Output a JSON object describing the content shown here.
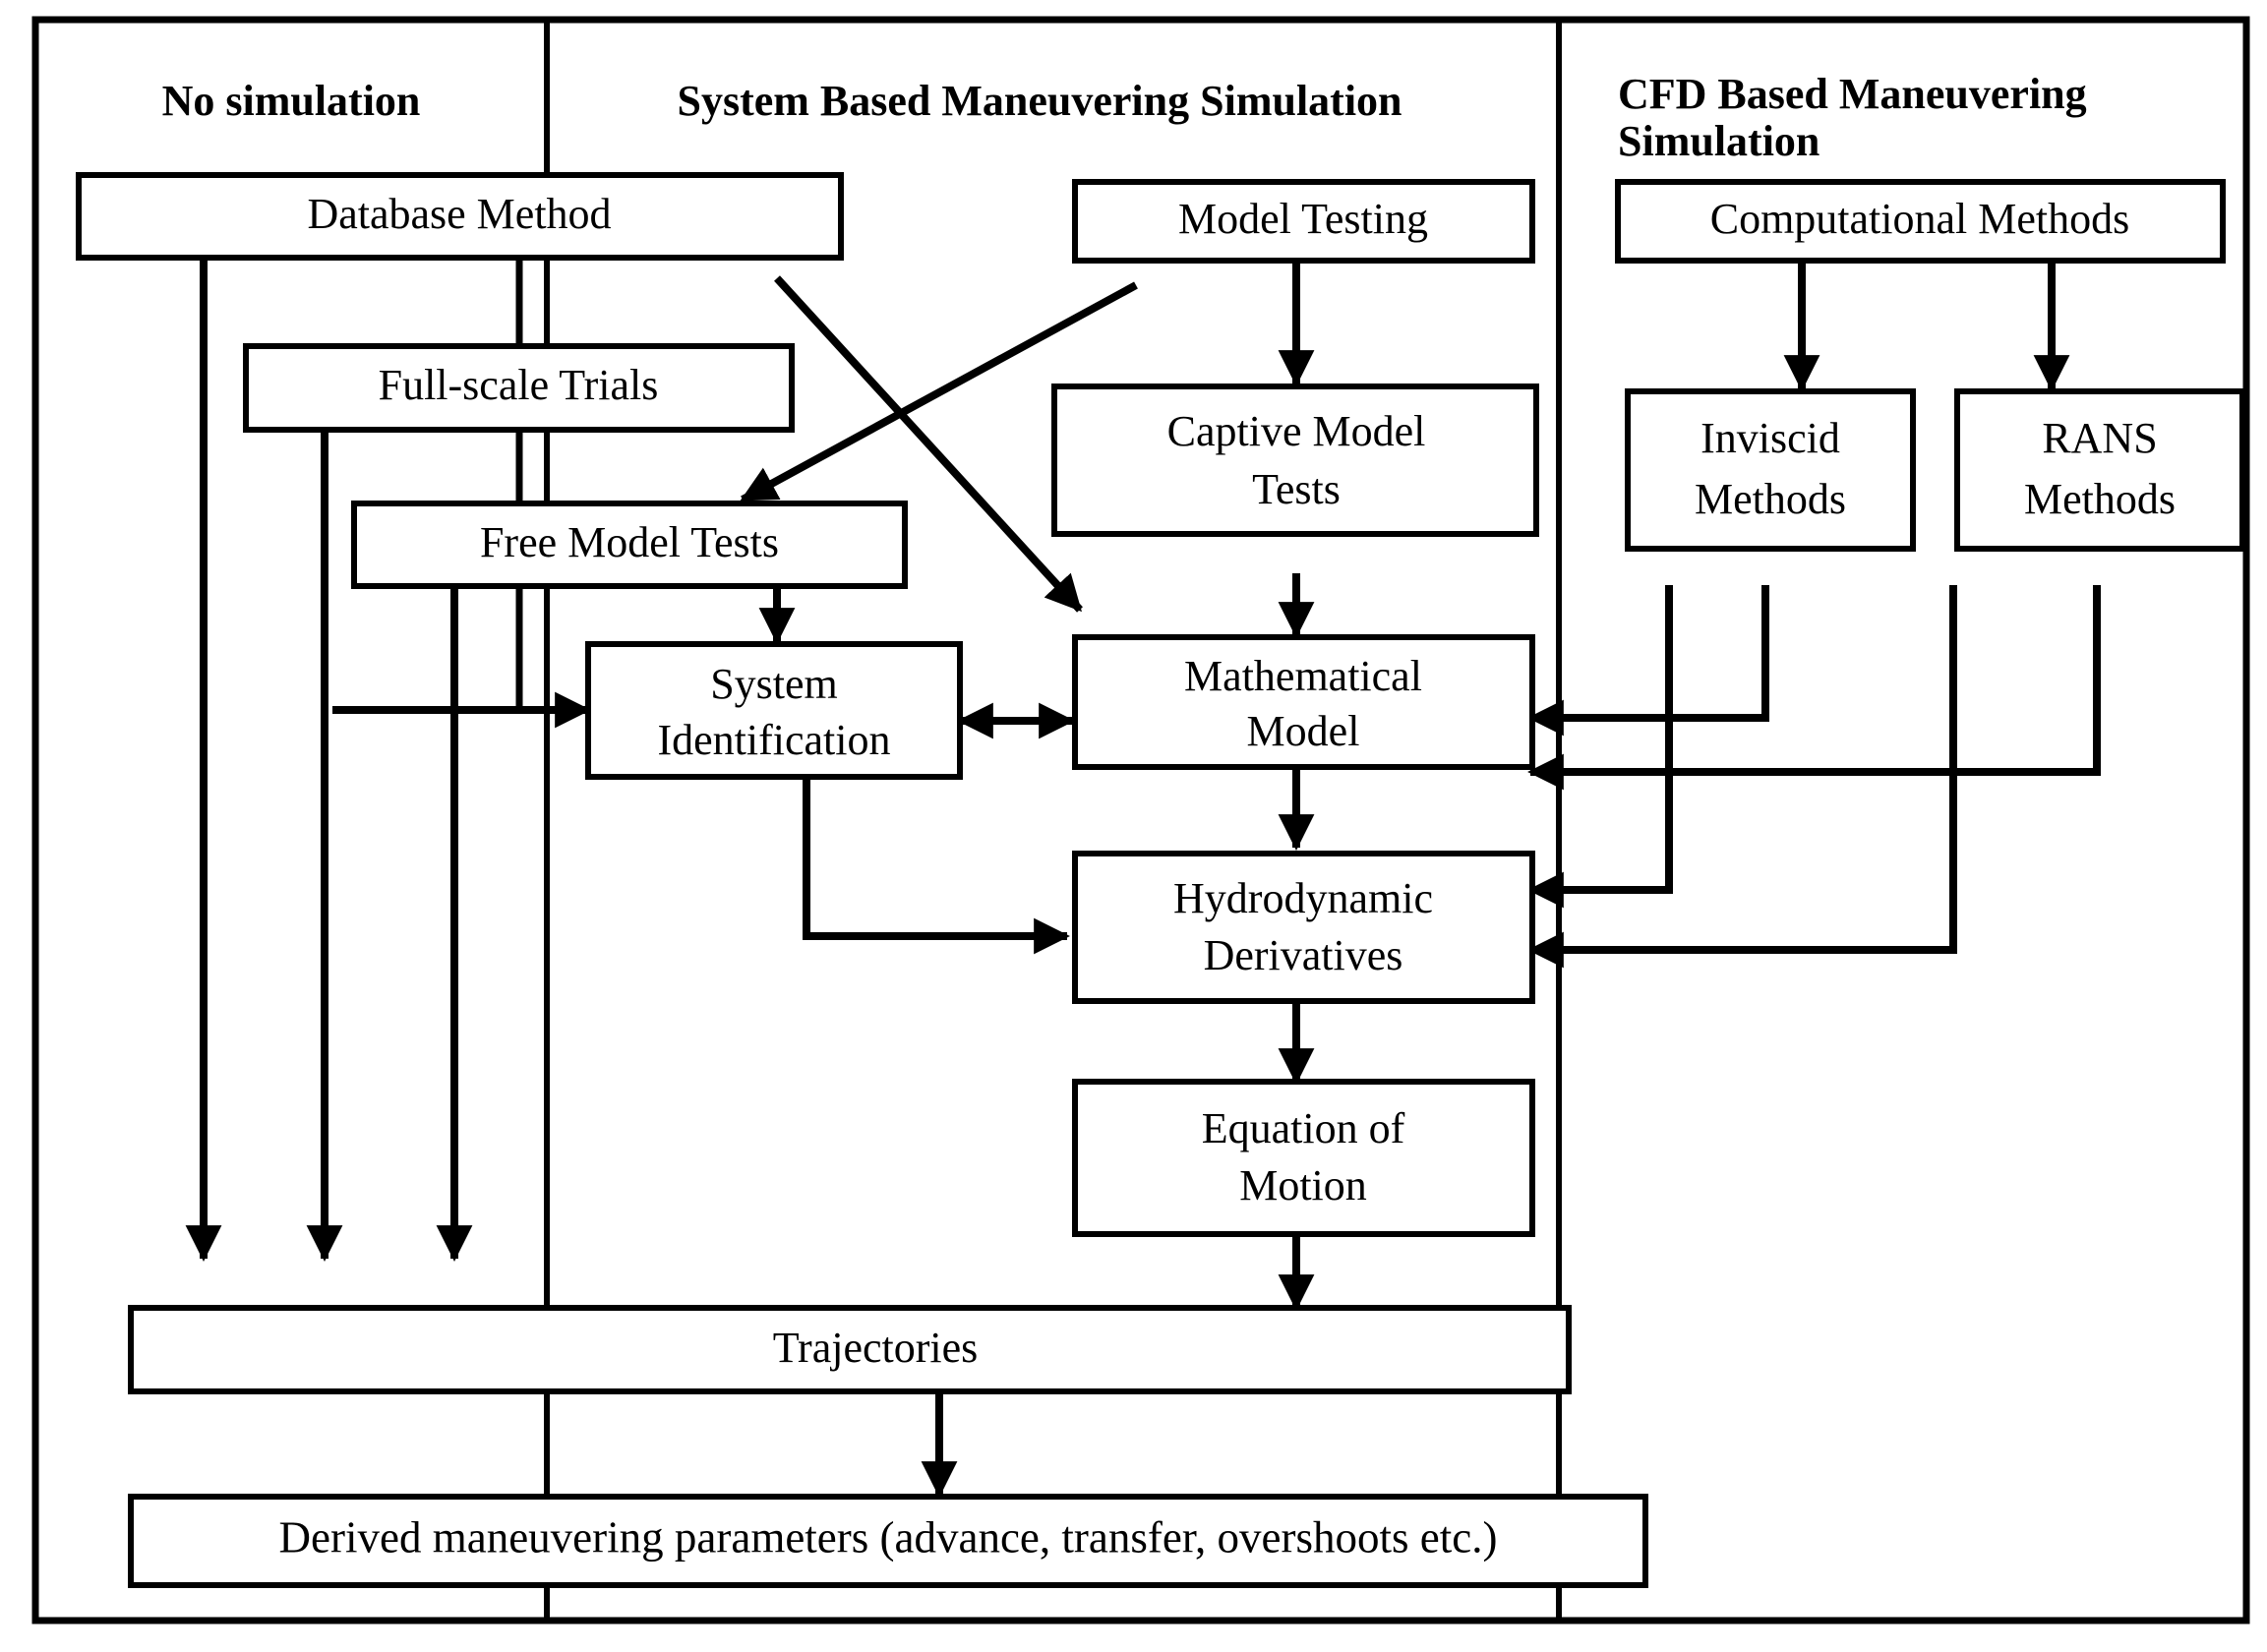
{
  "diagram": {
    "title": "Ship Maneuvering Prediction Methods Flowchart",
    "columns": [
      {
        "id": "no-simulation",
        "label": "No simulation"
      },
      {
        "id": "system-based",
        "label": "System Based Maneuvering Simulation"
      },
      {
        "id": "cfd-based",
        "label": "CFD Based Maneuvering"
      },
      {
        "id": "cfd-based-line2",
        "label": "Simulation"
      }
    ],
    "nodes": [
      {
        "id": "database-method",
        "label": "Database Method"
      },
      {
        "id": "full-scale-trials",
        "label": "Full-scale Trials"
      },
      {
        "id": "free-model-tests",
        "label": "Free Model Tests"
      },
      {
        "id": "system-identification-1",
        "label": "System"
      },
      {
        "id": "system-identification-2",
        "label": "Identification"
      },
      {
        "id": "model-testing",
        "label": "Model Testing"
      },
      {
        "id": "captive-model-tests-1",
        "label": "Captive Model"
      },
      {
        "id": "captive-model-tests-2",
        "label": "Tests"
      },
      {
        "id": "mathematical-model-1",
        "label": "Mathematical"
      },
      {
        "id": "mathematical-model-2",
        "label": "Model"
      },
      {
        "id": "hydrodynamic-deriv-1",
        "label": "Hydrodynamic"
      },
      {
        "id": "hydrodynamic-deriv-2",
        "label": "Derivatives"
      },
      {
        "id": "equation-of-motion-1",
        "label": "Equation of"
      },
      {
        "id": "equation-of-motion-2",
        "label": "Motion"
      },
      {
        "id": "computational-methods",
        "label": "Computational Methods"
      },
      {
        "id": "inviscid-methods-1",
        "label": "Inviscid"
      },
      {
        "id": "inviscid-methods-2",
        "label": "Methods"
      },
      {
        "id": "rans-methods-1",
        "label": "RANS"
      },
      {
        "id": "rans-methods-2",
        "label": "Methods"
      },
      {
        "id": "trajectories",
        "label": "Trajectories"
      },
      {
        "id": "derived-parameters",
        "label": "Derived maneuvering parameters (advance, transfer, overshoots etc.)"
      }
    ],
    "colors": {
      "stroke": "#000000",
      "fill": "#ffffff",
      "background": "#ffffff"
    }
  }
}
